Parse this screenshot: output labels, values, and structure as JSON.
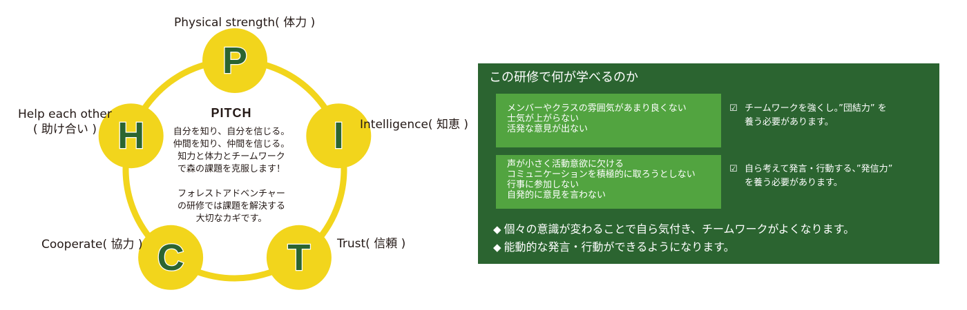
{
  "diagram": {
    "title": "PITCH",
    "nodes": [
      {
        "letter": "P",
        "label": "Physical strength( 体力 )"
      },
      {
        "letter": "I",
        "label": "Intelligence( 知恵 )"
      },
      {
        "letter": "T",
        "label": "Trust( 信頼 )"
      },
      {
        "letter": "C",
        "label": "Cooperate( 協力 )"
      },
      {
        "letter": "H",
        "label": "Help each other\n( 助け合い )"
      }
    ],
    "center_text_1": "自分を知り、自分を信じる。\n仲間を知り、仲間を信じる。\n知力と体力とチームワーク\nで森の課題を克服します！",
    "center_text_2": "フォレストアドベンチャー\nの研修では課題を解決する\n大切なカギです。",
    "colors": {
      "circle": "#f2d51c",
      "letter": "#2b6430",
      "ring": "#f2d51c"
    }
  },
  "panel": {
    "title": "この研修で何が学べるのか",
    "problems": [
      "メンバーやクラスの雰囲気があまり良くない\n士気が上がらない\n活発な意見が出ない",
      "声が小さく活動意欲に欠ける\nコミュニケーションを積極的に取ろうとしない\n行事に参加しない\n自発的に意見を言わない"
    ],
    "check_symbol": "☑",
    "solutions": [
      "チームワークを強くし。”団結力” を\n養う必要があります。",
      "自ら考えて発言・行動する、”発信力”\nを養う必要があります。"
    ],
    "bullet_symbol": "◆",
    "bullets": [
      "個々の意識が変わることで自ら気付き、チームワークがよくなります。",
      "能動的な発言・行動ができるようになります。"
    ],
    "colors": {
      "background": "#2b6430",
      "box": "#52a440",
      "text": "#ffffff"
    }
  }
}
